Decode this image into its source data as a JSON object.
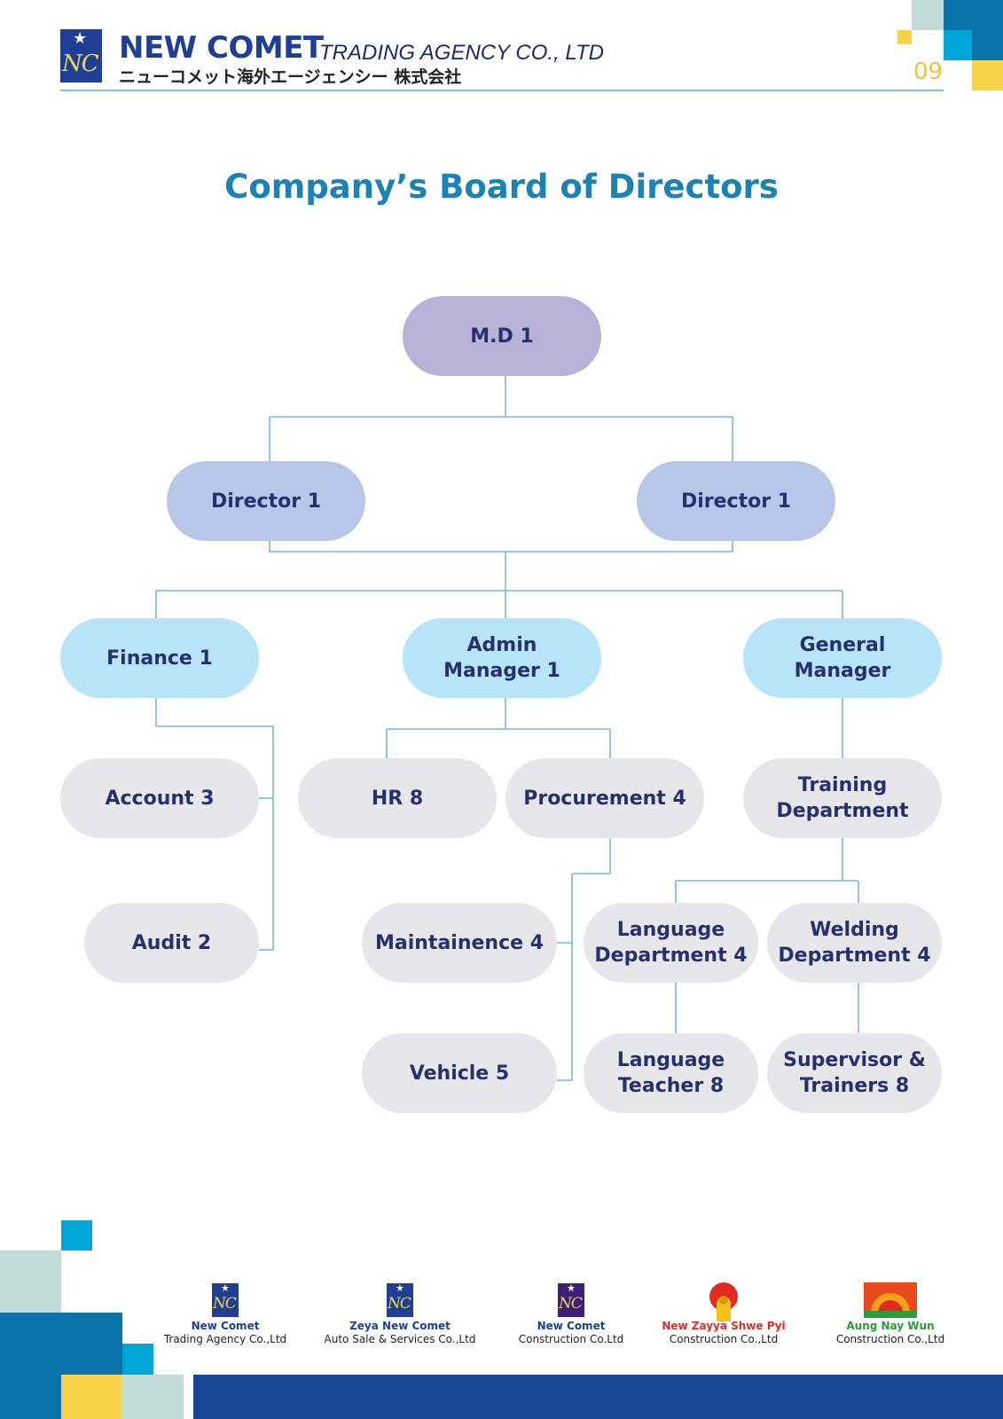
{
  "header": {
    "logo": {
      "star": "★",
      "letters": "NC",
      "color": "#1e3f94"
    },
    "company_name": "NEW COMET",
    "company_suffix": "TRADING AGENCY CO., LTD",
    "company_japanese": "ニューコメット海外エージェンシー 株式会社",
    "page_number": "09"
  },
  "title": "Company’s Board of Directors",
  "org_chart": {
    "nodes": [
      {
        "id": "md",
        "label": "M.D 1",
        "level": 0
      },
      {
        "id": "director-left",
        "label": "Director 1",
        "level": 1
      },
      {
        "id": "director-right",
        "label": "Director 1",
        "level": 1
      },
      {
        "id": "finance",
        "label": "Finance 1",
        "level": 2
      },
      {
        "id": "admin-manager",
        "label": "Admin\nManager 1",
        "level": 2
      },
      {
        "id": "general-manager",
        "label": "General\nManager",
        "level": 2
      },
      {
        "id": "account",
        "label": "Account 3",
        "level": 3
      },
      {
        "id": "audit",
        "label": "Audit 2",
        "level": 3
      },
      {
        "id": "hr",
        "label": "HR 8",
        "level": 3
      },
      {
        "id": "procurement",
        "label": "Procurement 4",
        "level": 3
      },
      {
        "id": "maintainence",
        "label": "Maintainence 4",
        "level": 3
      },
      {
        "id": "vehicle",
        "label": "Vehicle 5",
        "level": 3
      },
      {
        "id": "training-department",
        "label": "Training\nDepartment",
        "level": 3
      },
      {
        "id": "language-department",
        "label": "Language\nDepartment 4",
        "level": 3
      },
      {
        "id": "welding-department",
        "label": "Welding\nDepartment 4",
        "level": 3
      },
      {
        "id": "language-teacher",
        "label": "Language\nTeacher 8",
        "level": 3
      },
      {
        "id": "supervisor-trainers",
        "label": "Supervisor &\nTrainers 8",
        "level": 3
      }
    ],
    "edges": [
      [
        "md",
        "director-left"
      ],
      [
        "md",
        "director-right"
      ],
      [
        "director-left",
        "finance"
      ],
      [
        "director-left",
        "admin-manager"
      ],
      [
        "director-left",
        "general-manager"
      ],
      [
        "director-right",
        "finance"
      ],
      [
        "director-right",
        "admin-manager"
      ],
      [
        "director-right",
        "general-manager"
      ],
      [
        "finance",
        "account"
      ],
      [
        "finance",
        "audit"
      ],
      [
        "admin-manager",
        "hr"
      ],
      [
        "admin-manager",
        "procurement"
      ],
      [
        "procurement",
        "maintainence"
      ],
      [
        "procurement",
        "vehicle"
      ],
      [
        "general-manager",
        "training-department"
      ],
      [
        "training-department",
        "language-department"
      ],
      [
        "training-department",
        "welding-department"
      ],
      [
        "language-department",
        "language-teacher"
      ],
      [
        "welding-department",
        "supervisor-trainers"
      ]
    ],
    "colors": {
      "level0": "#b9b2d8",
      "level1": "#b8c6e8",
      "level2": "#b7e4f8",
      "level3": "#e7e7ea",
      "text": "#27306f",
      "connector": "#7ab8cc"
    }
  },
  "footer": {
    "logos": [
      {
        "name": "New Comet",
        "subtitle": "Trading Agency Co.,Ltd",
        "name_color": "#1e3f94",
        "icon": "nc-star-logo-icon"
      },
      {
        "name": "Zeya New Comet",
        "subtitle": "Auto Sale & Services Co.,Ltd",
        "name_color": "#1e3f94",
        "icon": "nc-star-logo-icon"
      },
      {
        "name": "New Comet",
        "subtitle": "Construction Co.Ltd",
        "name_color": "#1e3f94",
        "icon": "nc-star-logo-purple-icon"
      },
      {
        "name": "New Zayya Shwe Pyi",
        "subtitle": "Construction Co.,Ltd",
        "name_color": "#e02b2b",
        "icon": "golden-lion-icon"
      },
      {
        "name": "Aung Nay Wun",
        "subtitle": "Construction Co.,Ltd",
        "name_color": "#2a9a3a",
        "icon": "rising-sun-icon"
      }
    ]
  }
}
